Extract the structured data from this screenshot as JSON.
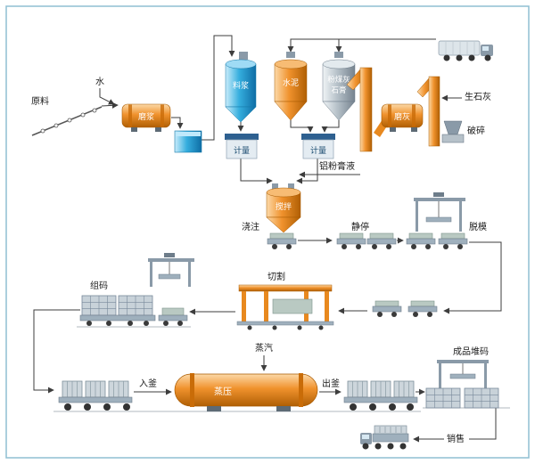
{
  "diagram": {
    "type": "process-flow",
    "subject": "AAC block production line flow diagram",
    "labels": {
      "raw_material": "原料",
      "water": "水",
      "slurry_mill": "磨浆",
      "slurry_tank": "料浆",
      "cement_silo": "水泥",
      "flyash_silo_line1": "粉煤灰",
      "flyash_silo_line2": "石膏",
      "metering_a": "计量",
      "metering_b": "计量",
      "ash_mill": "磨灰",
      "quicklime": "生石灰",
      "crushing": "破碎",
      "aluminum_paste": "铝粉膏液",
      "mixing": "搅拌",
      "pouring": "浇注",
      "precuring": "静停",
      "demolding": "脱模",
      "grouping": "组码",
      "cutting": "切割",
      "steam": "蒸汽",
      "kettle_in": "入釜",
      "autoclaving": "蒸压",
      "kettle_out": "出釜",
      "product_stacking": "成品堆码",
      "sales": "销售"
    },
    "colors": {
      "equipment_orange": "#f0922d",
      "slurry_blue": "#35aede",
      "silo_gray": "#b6c1c9",
      "mold_green": "#b9c9c2",
      "line": "#3d3d3d",
      "border": "#8fbfd2"
    }
  }
}
